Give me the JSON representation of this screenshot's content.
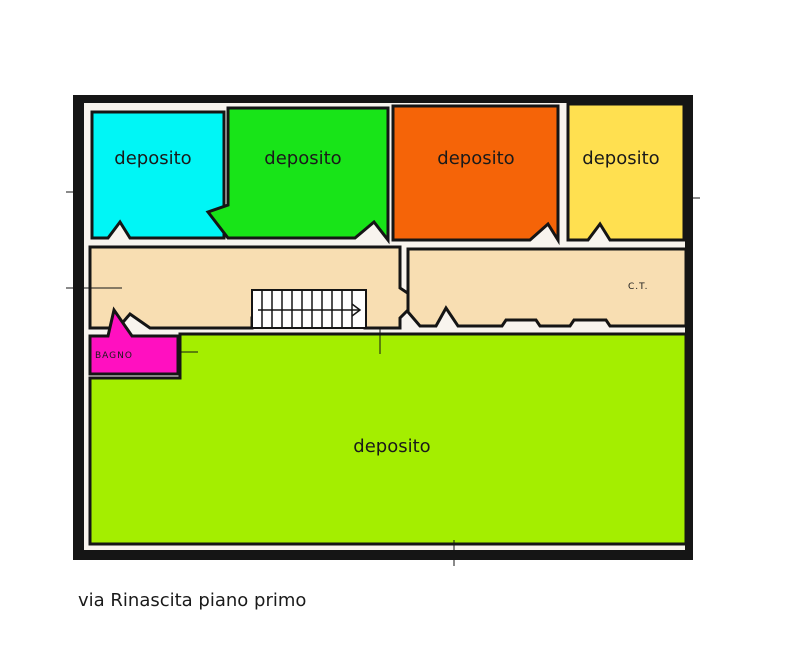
{
  "caption": "via Rinascita piano primo",
  "colors": {
    "wall": "#151515",
    "deposito_cyan": "#00f6f6",
    "deposito_green": "#18e418",
    "deposito_orange": "#f56408",
    "deposito_yellow": "#ffe050",
    "corridor": "#f8deb2",
    "bagno": "#ff10c0",
    "deposito_large": "#a4ee00"
  },
  "rooms": {
    "deposito_1": "deposito",
    "deposito_2": "deposito",
    "deposito_3": "deposito",
    "deposito_4": "deposito",
    "deposito_large": "deposito",
    "bagno": "BAGNO",
    "ct": "C.T."
  }
}
